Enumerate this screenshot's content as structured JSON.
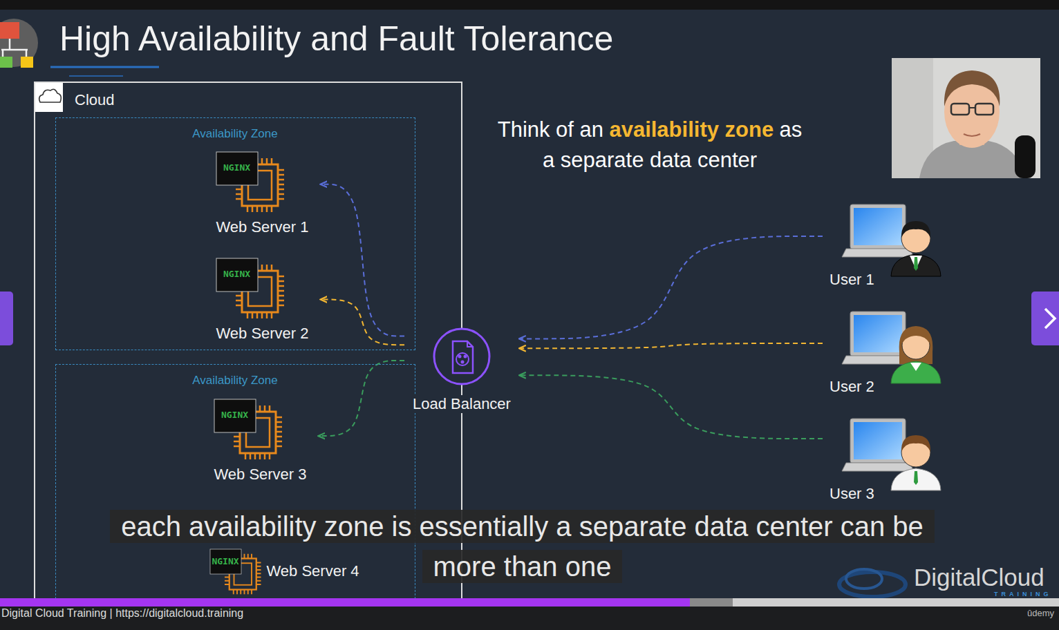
{
  "diagram": {
    "title": "High Availability and Fault Tolerance",
    "caption": "each availability zone is essentially a separate data center can be more than one",
    "nodes": [
      {
        "text": [
          "Cloud"
        ]
      },
      {
        "text": [
          "Availability Zone"
        ],
        "in": 0
      },
      {
        "text": [
          "NGINX",
          "Web Server 1"
        ],
        "in": 1
      },
      {
        "text": [
          "NGINX",
          "Web Server 2"
        ],
        "in": 1
      },
      {
        "text": [
          "Availability Zone"
        ],
        "in": 0
      },
      {
        "text": [
          "NGINX",
          "Web Server 3"
        ],
        "in": 4
      },
      {
        "text": [
          "NGINX",
          "Web Server 4"
        ],
        "in": 4
      },
      {
        "text": [
          "Load Balancer"
        ]
      },
      {
        "text": [
          "User 1"
        ]
      },
      {
        "text": [
          "User 2"
        ]
      },
      {
        "text": [
          "User 3"
        ]
      }
    ],
    "edges": [
      {
        "from": 8,
        "to": 7,
        "arrow": "to"
      },
      {
        "from": 9,
        "to": 7,
        "arrow": "to"
      },
      {
        "from": 10,
        "to": 7,
        "arrow": "to"
      },
      {
        "from": 7,
        "to": 2,
        "arrow": "to"
      },
      {
        "from": 7,
        "to": 3,
        "arrow": "to"
      },
      {
        "from": 7,
        "to": 5,
        "arrow": "to"
      }
    ],
    "labels": [
      "Think of an",
      "availability zone",
      "as",
      "a separate data center",
      "Digital Cloud Training | https://digitalcloud.training",
      "DigitalCloud",
      "TRAINING",
      "ûdemy"
    ]
  }
}
